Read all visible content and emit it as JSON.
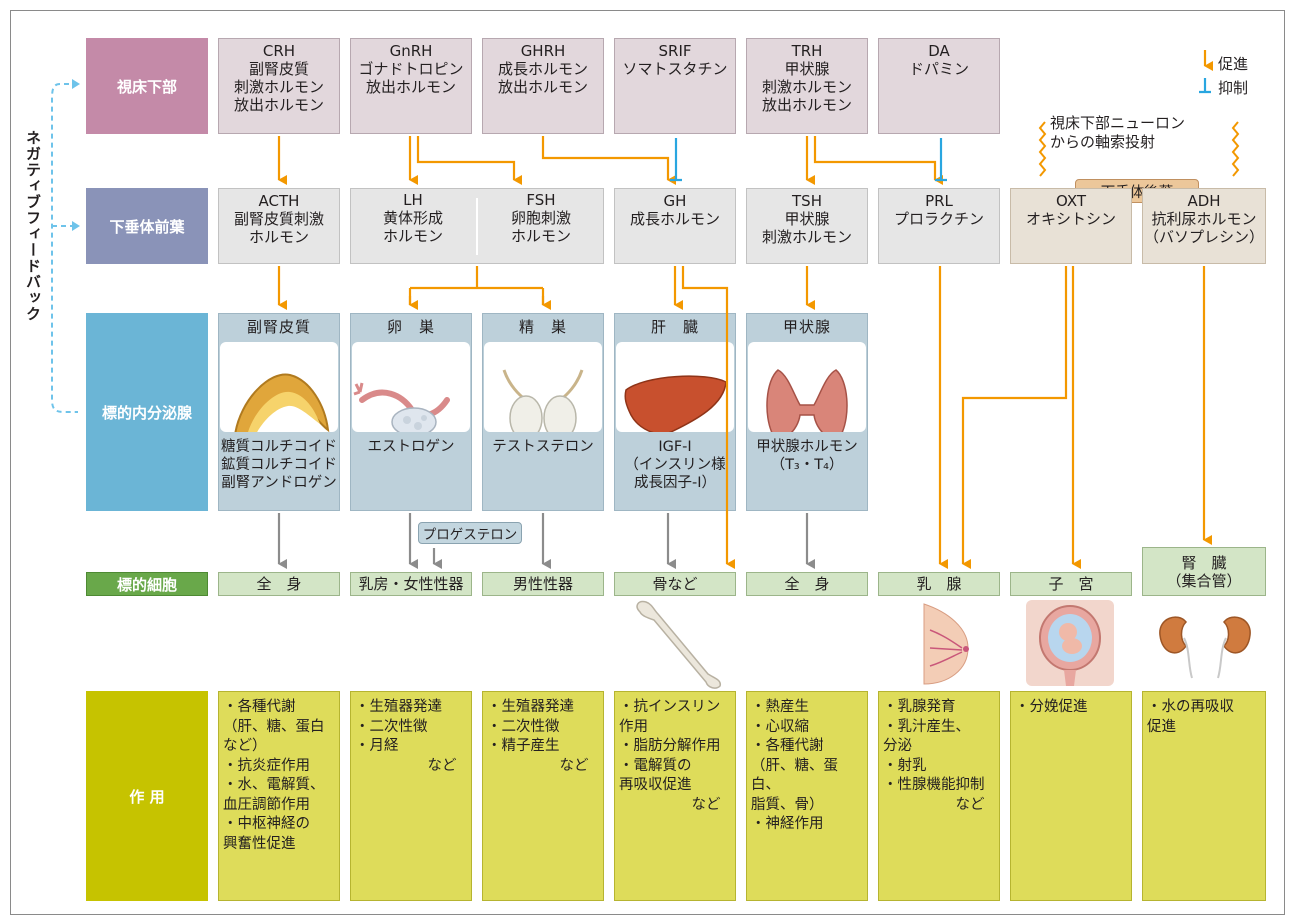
{
  "row_labels": {
    "hypothalamus": "視床下部",
    "anterior_pituitary": "下垂体前葉",
    "target_glands": "標的内分泌腺",
    "target_cells": "標的細胞",
    "actions": "作 用"
  },
  "feedback_label": "ネガティブフィードバック",
  "legend": {
    "promote": "促進",
    "inhibit": "抑制"
  },
  "hypothalamus": [
    {
      "abbr": "CRH",
      "name": "副腎皮質\n刺激ホルモン\n放出ホルモン"
    },
    {
      "abbr": "GnRH",
      "name": "ゴナドトロピン\n放出ホルモン"
    },
    {
      "abbr": "GHRH",
      "name": "成長ホルモン\n放出ホルモン"
    },
    {
      "abbr": "SRIF",
      "name": "ソマトスタチン"
    },
    {
      "abbr": "TRH",
      "name": "甲状腺\n刺激ホルモン\n放出ホルモン"
    },
    {
      "abbr": "DA",
      "name": "ドパミン"
    }
  ],
  "neuron_text": "視床下部ニューロン\nからの軸索投射",
  "posterior_label": "下垂体後葉",
  "anterior": [
    {
      "abbr": "ACTH",
      "name": "副腎皮質刺激\nホルモン"
    },
    {
      "abbr": "LH",
      "name": "黄体形成\nホルモン"
    },
    {
      "abbr": "FSH",
      "name": "卵胞刺激\nホルモン"
    },
    {
      "abbr": "GH",
      "name": "成長ホルモン"
    },
    {
      "abbr": "TSH",
      "name": "甲状腺\n刺激ホルモン"
    },
    {
      "abbr": "PRL",
      "name": "プロラクチン"
    },
    {
      "abbr": "OXT",
      "name": "オキシトシン"
    },
    {
      "abbr": "ADH",
      "name": "抗利尿ホルモン\n（バソプレシン）"
    }
  ],
  "glands": [
    {
      "name": "副腎皮質",
      "hormones": "糖質コルチコイド\n鉱質コルチコイド\n副腎アンドロゲン"
    },
    {
      "name": "卵　巣",
      "hormones": "エストロゲン"
    },
    {
      "name": "精　巣",
      "hormones": "テストステロン"
    },
    {
      "name": "肝　臓",
      "hormones": "IGF-I\n（インスリン様\n成長因子-I）"
    },
    {
      "name": "甲状腺",
      "hormones": "甲状腺ホルモン\n（T₃・T₄）"
    }
  ],
  "progesterone": "プロゲステロン",
  "target_cells": [
    "全　身",
    "乳房・女性性器",
    "男性性器",
    "骨など",
    "全　身",
    "乳　腺",
    "子　宮",
    "腎　臓\n（集合管）"
  ],
  "actions": [
    "・各種代謝\n（肝、糖、蛋白\nなど）\n・抗炎症作用\n・水、電解質、\n血圧調節作用\n・中枢神経の\n興奮性促進",
    "・生殖器発達\n・二次性徴\n・月経\n　　　　　など",
    "・生殖器発達\n・二次性徴\n・精子産生\n　　　　　など",
    "・抗インスリン\n作用\n・脂肪分解作用\n・電解質の\n再吸収促進\n　　　　　など",
    "・熱産生\n・心収縮\n・各種代謝\n（肝、糖、蛋白、\n脂質、骨）\n・神経作用",
    "・乳腺発育\n・乳汁産生、\n分泌\n・射乳\n・性腺機能抑制\n　　　　　など",
    "・分娩促進",
    "・水の再吸収\n促進"
  ],
  "icons": [
    "bone-icon",
    "breast-icon",
    "uterus-icon",
    "kidney-icon",
    "adrenal-icon",
    "ovary-icon",
    "testis-icon",
    "liver-icon",
    "thyroid-icon"
  ],
  "colors": {
    "promote_arrow": "#f39800",
    "inhibit_bar": "#29a6e0",
    "gray_arrow": "#8c8c8c",
    "label_hypo": "#c48aa8",
    "label_ant": "#8a93b8",
    "label_gland": "#6bb5d6",
    "label_cell": "#69a84a",
    "label_action": "#c6c300"
  }
}
